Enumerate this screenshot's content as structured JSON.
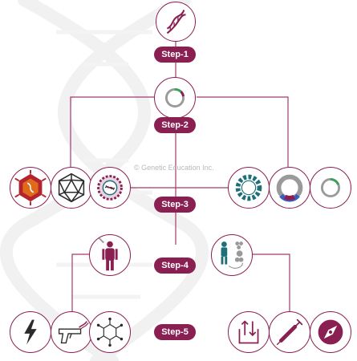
{
  "watermark": "© Genetic Education Inc.",
  "colors": {
    "accent": "#8a1f52",
    "line": "#a43a6a",
    "teal": "#1f6f78",
    "gray": "#9a9a9a",
    "dark": "#2b2b2b",
    "red": "#b3242e",
    "orange": "#e06a1b",
    "blue": "#3b5fc0",
    "green": "#3aa05a"
  },
  "steps": [
    {
      "label": "Step-1"
    },
    {
      "label": "Step-2"
    },
    {
      "label": "Step-3"
    },
    {
      "label": "Step-4"
    },
    {
      "label": "Step-5"
    }
  ],
  "icons": {
    "dna": "dna-icon",
    "plasmid": "plasmid-icon",
    "virus": "virus-icon",
    "icosahedron": "icosahedral-capsid-icon",
    "liposome": "liposome-icon",
    "gear": "gear-ring-icon",
    "recombinant": "recombinant-plasmid-icon",
    "plasmid_plain": "plasmid-plain-icon",
    "patient": "patient-injection-icon",
    "cells": "cell-therapy-icon",
    "electroporation": "electroporation-icon",
    "gene_gun": "gene-gun-icon",
    "molecule": "chemical-molecule-icon",
    "transfer": "transfer-box-icon",
    "syringe": "syringe-icon",
    "compass": "compass-icon"
  }
}
